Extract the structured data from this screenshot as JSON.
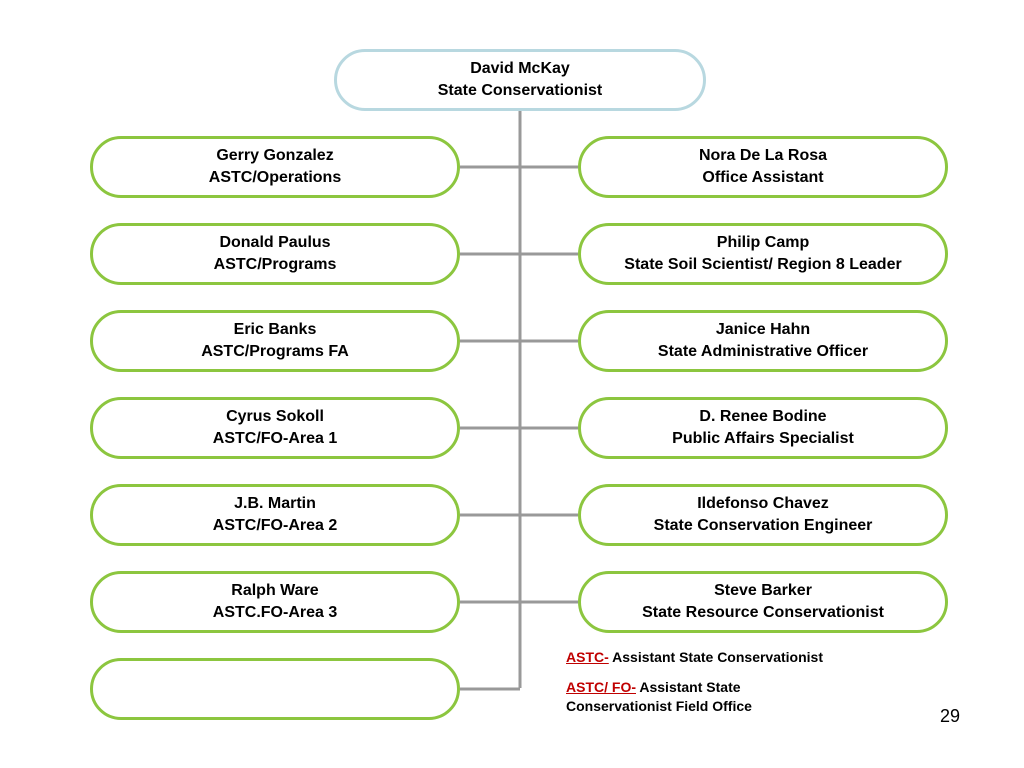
{
  "top": {
    "name": "David McKay",
    "title": "State Conservationist"
  },
  "left": [
    {
      "name": "Gerry Gonzalez",
      "title": "ASTC/Operations"
    },
    {
      "name": "Donald Paulus",
      "title": "ASTC/Programs"
    },
    {
      "name": "Eric Banks",
      "title": "ASTC/Programs FA"
    },
    {
      "name": "Cyrus Sokoll",
      "title": "ASTC/FO-Area 1"
    },
    {
      "name": "J.B. Martin",
      "title": "ASTC/FO-Area 2"
    },
    {
      "name": "Ralph Ware",
      "title": "ASTC.FO-Area 3"
    },
    {
      "name": "",
      "title": ""
    }
  ],
  "right": [
    {
      "name": "Nora De La Rosa",
      "title": "Office Assistant"
    },
    {
      "name": "Philip Camp",
      "title": "State Soil Scientist/ Region 8 Leader"
    },
    {
      "name": "Janice Hahn",
      "title": "State Administrative Officer"
    },
    {
      "name": "D. Renee Bodine",
      "title": "Public Affairs Specialist"
    },
    {
      "name": "Ildefonso Chavez",
      "title": "State Conservation Engineer"
    },
    {
      "name": "Steve Barker",
      "title": "State Resource Conservationist"
    }
  ],
  "legend": [
    {
      "abbr": "ASTC-",
      "text": "Assistant State Conservationist"
    },
    {
      "abbr": "ASTC/ FO-",
      "text": "Assistant State Conservationist Field Office"
    }
  ],
  "page_number": "29",
  "colors": {
    "top_border": "#b8d8e0",
    "box_border": "#8cc63f",
    "connector": "#999999",
    "abbr": "#c00000"
  }
}
